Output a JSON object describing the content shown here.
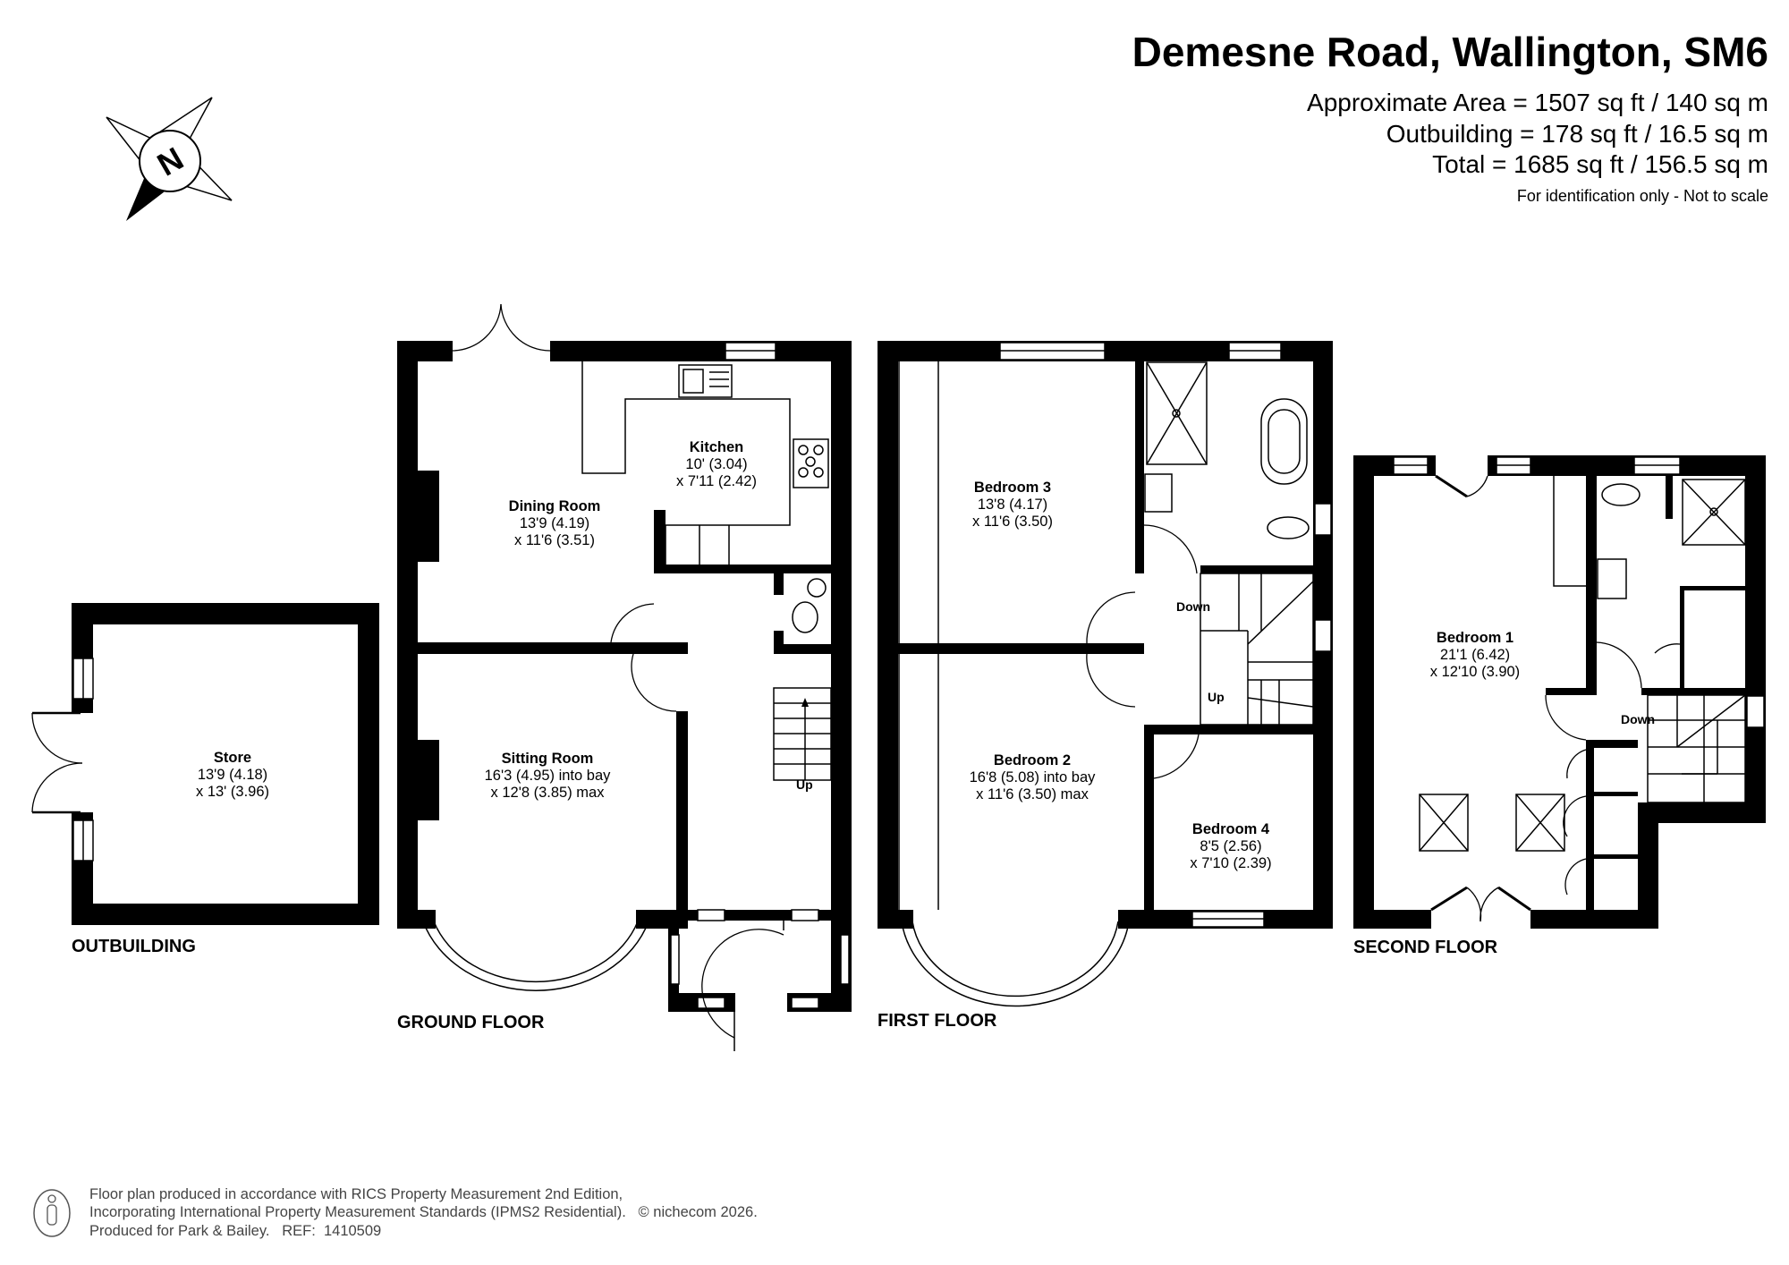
{
  "header": {
    "title": "Demesne Road, Wallington, SM6",
    "area_lines": [
      "Approximate Area = 1507 sq ft / 140 sq m",
      "Outbuilding = 178 sq ft / 16.5 sq m",
      "Total = 1685 sq ft / 156.5 sq m"
    ],
    "note": "For identification only - Not to scale"
  },
  "compass": {
    "letter": "N",
    "icon": "north-compass-icon"
  },
  "floors": {
    "outbuilding": {
      "label": "OUTBUILDING",
      "rooms": [
        {
          "name": "Store",
          "dim1": "13'9 (4.18)",
          "dim2": "x 13' (3.96)"
        }
      ]
    },
    "ground": {
      "label": "GROUND FLOOR",
      "rooms": [
        {
          "name": "Kitchen",
          "dim1": "10' (3.04)",
          "dim2": "x 7'11 (2.42)"
        },
        {
          "name": "Dining Room",
          "dim1": "13'9 (4.19)",
          "dim2": "x 11'6 (3.51)"
        },
        {
          "name": "Sitting Room",
          "dim1": "16'3 (4.95) into bay",
          "dim2": "x 12'8 (3.85) max"
        }
      ],
      "stairs": [
        "Up"
      ]
    },
    "first": {
      "label": "FIRST FLOOR",
      "rooms": [
        {
          "name": "Bedroom 3",
          "dim1": "13'8 (4.17)",
          "dim2": "x 11'6 (3.50)"
        },
        {
          "name": "Bedroom 2",
          "dim1": "16'8 (5.08) into bay",
          "dim2": "x 11'6 (3.50) max"
        },
        {
          "name": "Bedroom 4",
          "dim1": "8'5 (2.56)",
          "dim2": "x 7'10 (2.39)"
        }
      ],
      "stairs": [
        "Down",
        "Up"
      ]
    },
    "second": {
      "label": "SECOND FLOOR",
      "rooms": [
        {
          "name": "Bedroom 1",
          "dim1": "21'1 (6.42)",
          "dim2": "x 12'10 (3.90)"
        }
      ],
      "stairs": [
        "Down"
      ]
    }
  },
  "footer": {
    "lines": [
      "Floor plan produced in accordance with RICS Property Measurement 2nd Edition,",
      "Incorporating International Property Measurement Standards (IPMS2 Residential).   © nichecom 2026.",
      "Produced for Park & Bailey.   REF:  1410509"
    ]
  }
}
